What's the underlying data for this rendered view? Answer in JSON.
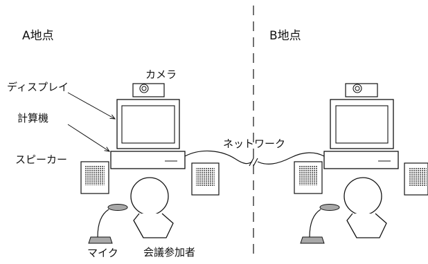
{
  "site_a": {
    "label": "A地点"
  },
  "site_b": {
    "label": "B地点"
  },
  "labels": {
    "camera": "カメラ",
    "display": "ディスプレイ",
    "computer": "計算機",
    "speaker": "スピーカー",
    "network": "ネットワーク",
    "microphone": "マイク",
    "participant": "会議参加者"
  },
  "colors": {
    "line": "#111111",
    "speaker_mesh": "#6a6a6a",
    "mic_gray": "#a8a8a8",
    "background": "#ffffff"
  }
}
